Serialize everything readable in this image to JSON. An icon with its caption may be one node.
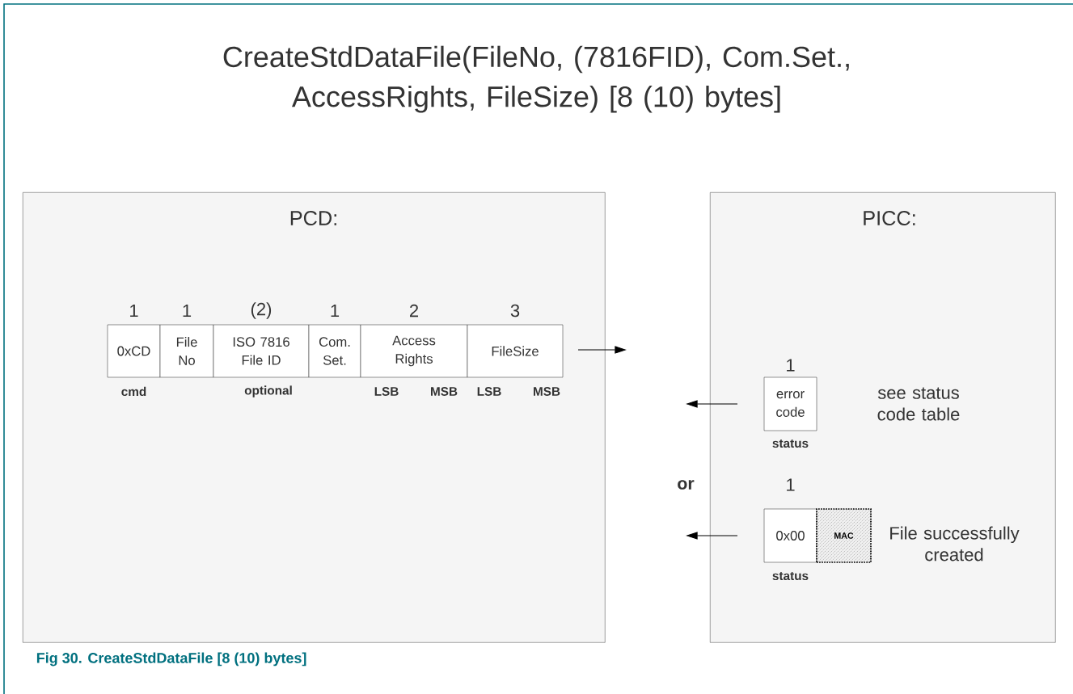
{
  "diagram": {
    "title": "CreateStdDataFile(FileNo, (7816FID), Com.Set., AccessRights, FileSize) [8 (10) bytes]",
    "caption": "Fig 30. CreateStdDataFile [8 (10) bytes]",
    "nodes": [
      {
        "text": [
          "PCD:"
        ]
      },
      {
        "text": [
          "PICC:"
        ]
      },
      {
        "text": [
          "0xCD"
        ],
        "in": 0,
        "beside": [
          "1",
          "cmd"
        ]
      },
      {
        "text": [
          "File No"
        ],
        "in": 0,
        "beside": [
          "1"
        ]
      },
      {
        "text": [
          "ISO 7816 File ID"
        ],
        "in": 0,
        "beside": [
          "(2)",
          "optional"
        ]
      },
      {
        "text": [
          "Com. Set."
        ],
        "in": 0,
        "beside": [
          "1"
        ]
      },
      {
        "text": [
          "Access Rights"
        ],
        "in": 0,
        "beside": [
          "2",
          "LSB",
          "MSB"
        ]
      },
      {
        "text": [
          "FileSize"
        ],
        "in": 0,
        "beside": [
          "3",
          "LSB",
          "MSB"
        ]
      },
      {
        "text": [
          "error code"
        ],
        "in": 1,
        "beside": [
          "1",
          "status"
        ]
      },
      {
        "text": [
          "0x00"
        ],
        "in": 1,
        "beside": [
          "1",
          "status"
        ]
      },
      {
        "text": [
          "MAC"
        ],
        "in": 1
      }
    ],
    "labels": [
      "see status code table",
      "or",
      "File successfully created"
    ]
  }
}
